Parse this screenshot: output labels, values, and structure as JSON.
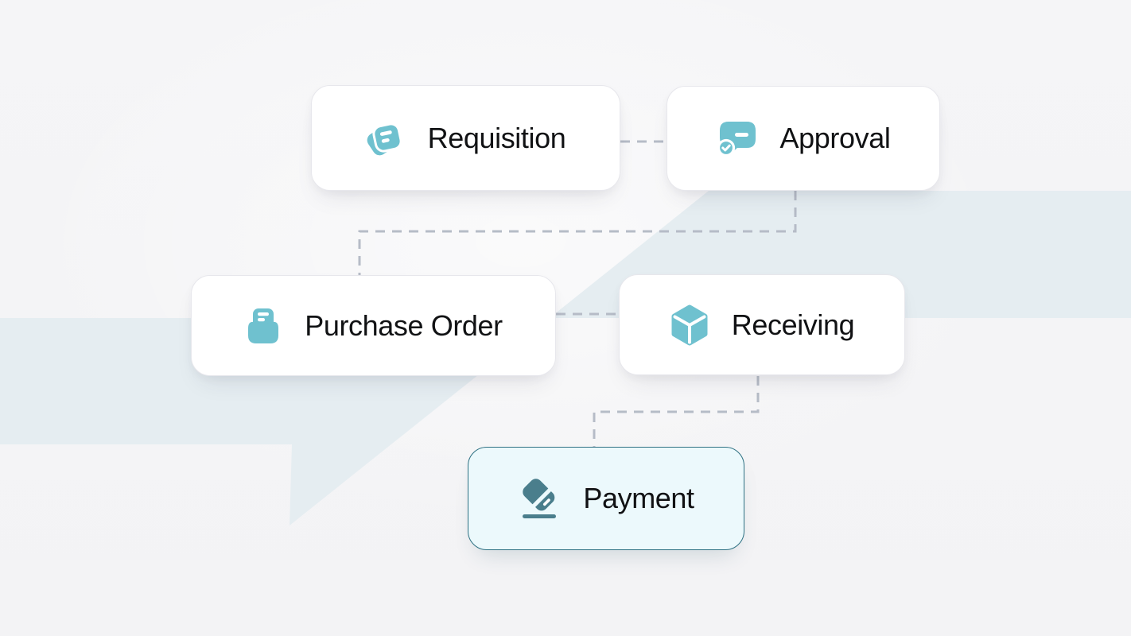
{
  "diagram": {
    "kind": "procurement-flow",
    "nodes": [
      {
        "label": "Requisition",
        "icon": "notes-icon",
        "highlighted": false
      },
      {
        "label": "Approval",
        "icon": "chat-approved-icon",
        "highlighted": false
      },
      {
        "label": "Purchase Order",
        "icon": "order-tray-icon",
        "highlighted": false
      },
      {
        "label": "Receiving",
        "icon": "package-icon",
        "highlighted": false
      },
      {
        "label": "Payment",
        "icon": "card-payment-icon",
        "highlighted": true
      }
    ],
    "connections": [
      {
        "from": "Requisition",
        "to": "Approval"
      },
      {
        "from": "Approval",
        "to": "Purchase Order"
      },
      {
        "from": "Purchase Order",
        "to": "Receiving"
      },
      {
        "from": "Receiving",
        "to": "Payment"
      }
    ]
  },
  "colors": {
    "background": "#f4f4f6",
    "ribbon": "#e5edf1",
    "connector": "#b6bcc7",
    "card_bg": "#ffffff",
    "card_border": "#e7e7ec",
    "accent_teal": "#6fc1cf",
    "dark_teal": "#4a7e8c",
    "payment_bg": "#ecf9fc",
    "payment_border": "#2e7183",
    "text": "#111214"
  }
}
